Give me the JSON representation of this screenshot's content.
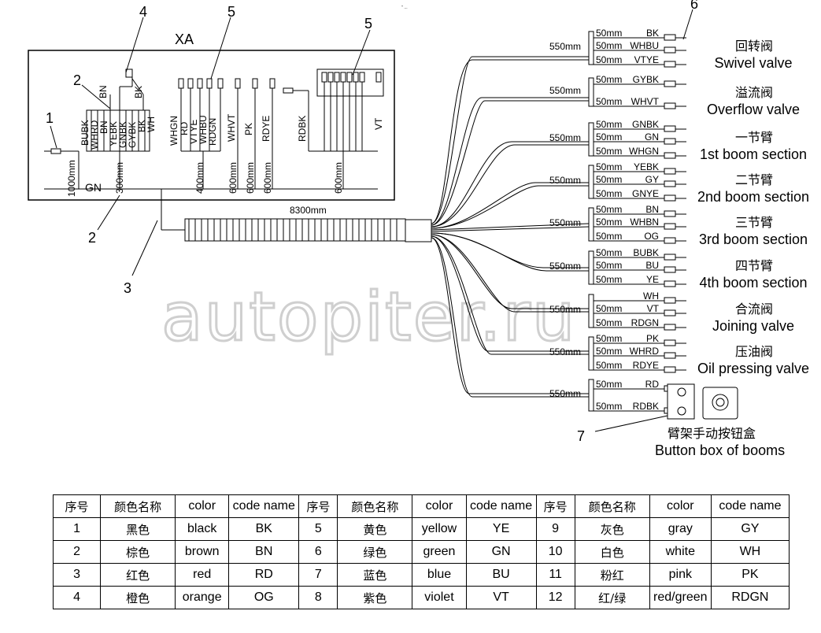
{
  "top_mark": "‘’ ...",
  "watermark": "autopiter.ru",
  "left_box": {
    "title": "XA",
    "callouts": [
      "1",
      "2",
      "2",
      "3",
      "4",
      "5",
      "5"
    ],
    "wires_left": [
      "BUBK",
      "WHRD",
      "BN",
      "YEBK",
      "GNBK",
      "GYBK",
      "BK",
      "WH"
    ],
    "top_wires": [
      "BN",
      "BK"
    ],
    "mid_wires": [
      "WHGN",
      "RD",
      "VTYE",
      "WHBU",
      "RDGN",
      "WHVT",
      "PK",
      "RDYE"
    ],
    "right_wires": [
      "RDBK",
      "VT"
    ],
    "lengths": [
      "1000mm",
      "300mm",
      "400mm",
      "600mm",
      "600mm",
      "600mm",
      "600mm"
    ],
    "gn_label": "GN",
    "harness_length": "8300mm"
  },
  "right_groups": [
    {
      "stub": "550mm",
      "wires": [
        {
          "len": "50mm",
          "code": "BK"
        },
        {
          "len": "50mm",
          "code": "WHBU"
        },
        {
          "len": "50mm",
          "code": "VTYE"
        }
      ],
      "cn": "回转阀",
      "en": "Swivel valve"
    },
    {
      "stub": "550mm",
      "wires": [
        {
          "len": "50mm",
          "code": "GYBK"
        },
        {
          "len": "50mm",
          "code": "WHVT"
        }
      ],
      "cn": "溢流阀",
      "en": "Overflow valve"
    },
    {
      "stub": "550mm",
      "wires": [
        {
          "len": "50mm",
          "code": "GNBK"
        },
        {
          "len": "50mm",
          "code": "GN"
        },
        {
          "len": "50mm",
          "code": "WHGN"
        }
      ],
      "cn": "一节臂",
      "en": "1st boom section"
    },
    {
      "stub": "550mm",
      "wires": [
        {
          "len": "50mm",
          "code": "YEBK"
        },
        {
          "len": "50mm",
          "code": "GY"
        },
        {
          "len": "50mm",
          "code": "GNYE"
        }
      ],
      "cn": "二节臂",
      "en": "2nd boom section"
    },
    {
      "stub": "550mm",
      "wires": [
        {
          "len": "50mm",
          "code": "BN"
        },
        {
          "len": "50mm",
          "code": "WHBN"
        },
        {
          "len": "50mm",
          "code": "OG"
        }
      ],
      "cn": "三节臂",
      "en": "3rd boom section"
    },
    {
      "stub": "550mm",
      "wires": [
        {
          "len": "50mm",
          "code": "BUBK"
        },
        {
          "len": "50mm",
          "code": "BU"
        },
        {
          "len": "50mm",
          "code": "YE"
        }
      ],
      "cn": "四节臂",
      "en": "4th boom section"
    },
    {
      "stub": "550mm",
      "wires": [
        {
          "len": "",
          "code": "WH"
        },
        {
          "len": "50mm",
          "code": "VT"
        },
        {
          "len": "50mm",
          "code": "RDGN"
        }
      ],
      "cn": "合流阀",
      "en": "Joining valve"
    },
    {
      "stub": "550mm",
      "wires": [
        {
          "len": "50mm",
          "code": "PK"
        },
        {
          "len": "50mm",
          "code": "WHRD"
        },
        {
          "len": "50mm",
          "code": "RDYE"
        }
      ],
      "cn": "压油阀",
      "en": "Oil pressing valve"
    },
    {
      "stub": "550mm",
      "wires": [
        {
          "len": "50mm",
          "code": "RD"
        },
        {
          "len": "50mm",
          "code": "RDBK"
        }
      ],
      "cn": "",
      "en": ""
    }
  ],
  "callout_6": "6",
  "callout_7": "7",
  "button_box": {
    "cn": "臂架手动按钮盒",
    "en": "Button box of booms"
  },
  "table": {
    "headers": [
      "序号",
      "颜色名称",
      "color",
      "code name",
      "序号",
      "颜色名称",
      "color",
      "code name",
      "序号",
      "颜色名称",
      "color",
      "code name"
    ],
    "rows": [
      [
        "1",
        "黑色",
        "black",
        "BK",
        "5",
        "黄色",
        "yellow",
        "YE",
        "9",
        "灰色",
        "gray",
        "GY"
      ],
      [
        "2",
        "棕色",
        "brown",
        "BN",
        "6",
        "绿色",
        "green",
        "GN",
        "10",
        "白色",
        "white",
        "WH"
      ],
      [
        "3",
        "红色",
        "red",
        "RD",
        "7",
        "蓝色",
        "blue",
        "BU",
        "11",
        "粉红",
        "pink",
        "PK"
      ],
      [
        "4",
        "橙色",
        "orange",
        "OG",
        "8",
        "紫色",
        "violet",
        "VT",
        "12",
        "红/绿",
        "red/green",
        "RDGN"
      ]
    ]
  }
}
